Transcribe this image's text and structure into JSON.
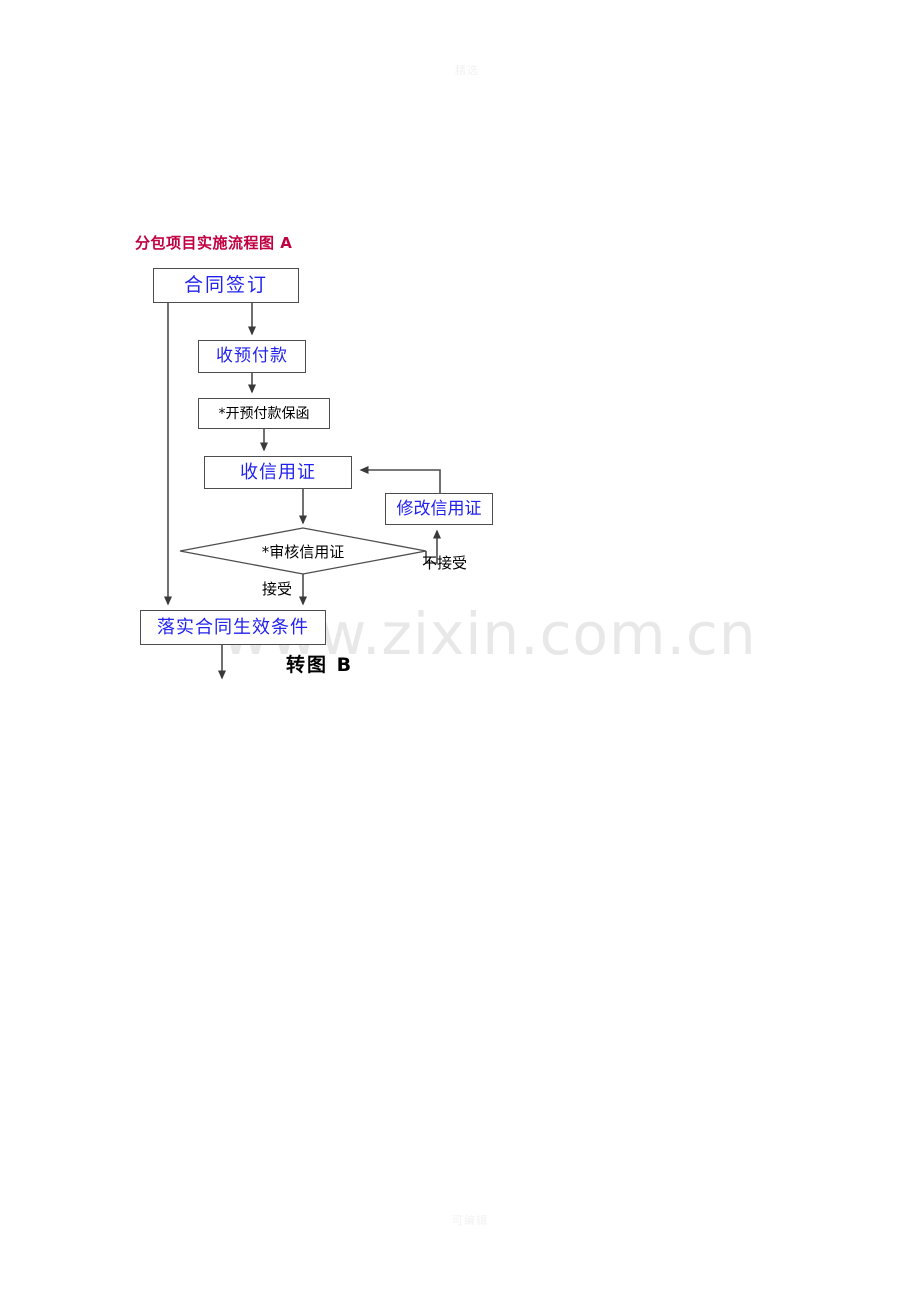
{
  "page": {
    "faint_header": "精选",
    "faint_footer": "可编辑",
    "watermark": "www.zixin.com.cn",
    "background_color": "#ffffff"
  },
  "flowchart": {
    "title": "分包项目实施流程图 A",
    "title_color": "#c00040",
    "goto_label": "转图 B",
    "nodes": [
      {
        "id": "contract",
        "label": "合同签订",
        "shape": "rect",
        "text_color": "#2222ee"
      },
      {
        "id": "advance",
        "label": "收预付款",
        "shape": "rect",
        "text_color": "#2222ee"
      },
      {
        "id": "guarantee",
        "label": "*开预付款保函",
        "shape": "rect",
        "text_color": "#000000"
      },
      {
        "id": "receive_lc",
        "label": "收信用证",
        "shape": "rect",
        "text_color": "#2222ee"
      },
      {
        "id": "amend_lc",
        "label": "修改信用证",
        "shape": "rect",
        "text_color": "#2222ee"
      },
      {
        "id": "review_lc",
        "label": "*审核信用证",
        "shape": "diamond",
        "text_color": "#000000"
      },
      {
        "id": "conditions",
        "label": "落实合同生效条件",
        "shape": "rect",
        "text_color": "#2222ee"
      }
    ],
    "edge_labels": {
      "accept": "接受",
      "not_accept": "不接受"
    },
    "line_color": "#4d4d4d"
  }
}
